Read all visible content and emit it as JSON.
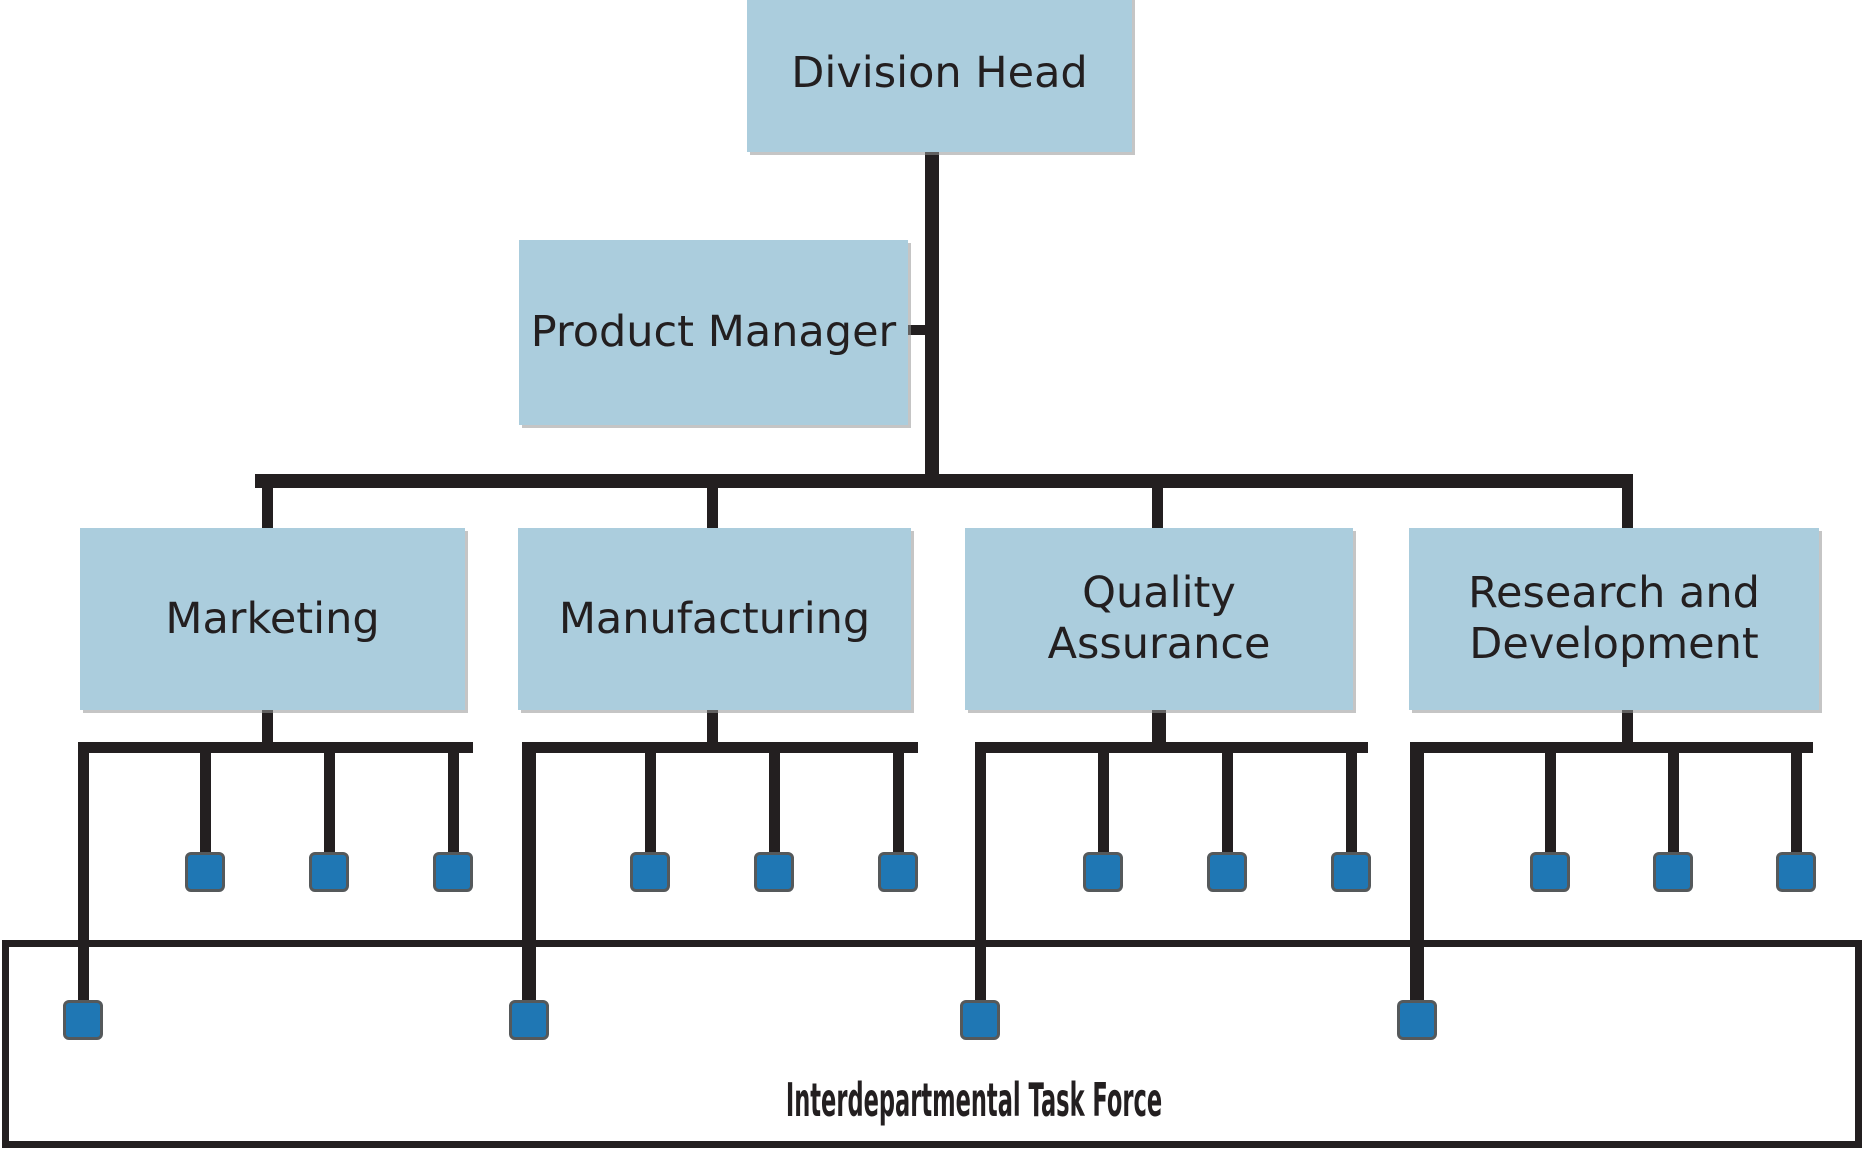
{
  "diagram": {
    "title_node": {
      "label": "Division Head"
    },
    "staff_node": {
      "label": "Product Manager"
    },
    "departments": [
      {
        "label": "Marketing",
        "sub_count": 3,
        "taskforce_member": true
      },
      {
        "label": "Manufacturing",
        "sub_count": 3,
        "taskforce_member": true
      },
      {
        "label": "Quality Assurance",
        "sub_count": 3,
        "taskforce_member": true
      },
      {
        "label": "Research and Development",
        "sub_count": 3,
        "taskforce_member": true
      }
    ],
    "taskforce": {
      "label": "Interdepartmental Task Force",
      "member_count": 4
    },
    "colors": {
      "box_fill": "#abcddd",
      "line": "#231f20",
      "marker_fill": "#1f77b4",
      "marker_stroke": "#55595b",
      "text": "#231f20",
      "background": "#ffffff"
    }
  },
  "chart_data": {
    "type": "diagram",
    "subtype": "organizational-hierarchy",
    "title": "Interdepartmental Task Force",
    "levels": [
      {
        "level": 0,
        "nodes": [
          "Division Head"
        ]
      },
      {
        "level": 1,
        "nodes": [
          "Product Manager"
        ],
        "relation": "staff"
      },
      {
        "level": 2,
        "nodes": [
          "Marketing",
          "Manufacturing",
          "Quality Assurance",
          "Research and Development"
        ]
      },
      {
        "level": 3,
        "nodes": [
          "sub-unit",
          "sub-unit",
          "sub-unit",
          "sub-unit",
          "sub-unit",
          "sub-unit",
          "sub-unit",
          "sub-unit",
          "sub-unit",
          "sub-unit",
          "sub-unit",
          "sub-unit"
        ]
      },
      {
        "level": 4,
        "nodes": [
          "task-force-member",
          "task-force-member",
          "task-force-member",
          "task-force-member"
        ]
      }
    ],
    "edges": [
      {
        "from": "Division Head",
        "to": "Product Manager"
      },
      {
        "from": "Division Head",
        "to": "Marketing"
      },
      {
        "from": "Division Head",
        "to": "Manufacturing"
      },
      {
        "from": "Division Head",
        "to": "Quality Assurance"
      },
      {
        "from": "Division Head",
        "to": "Research and Development"
      },
      {
        "from": "Marketing",
        "to": "Interdepartmental Task Force"
      },
      {
        "from": "Manufacturing",
        "to": "Interdepartmental Task Force"
      },
      {
        "from": "Quality Assurance",
        "to": "Interdepartmental Task Force"
      },
      {
        "from": "Research and Development",
        "to": "Interdepartmental Task Force"
      }
    ],
    "subordinates_per_department": 3,
    "taskforce_members": 4
  }
}
